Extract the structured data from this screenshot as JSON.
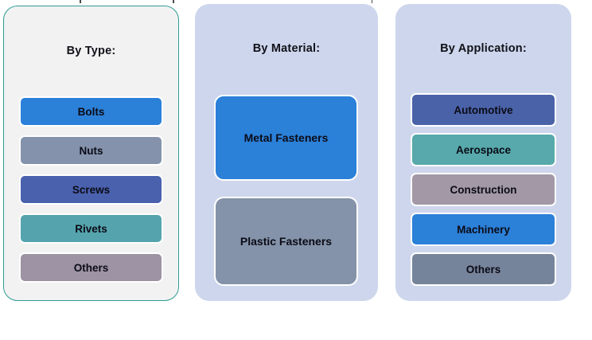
{
  "page": {
    "background": "#ffffff",
    "text_color": "#0b0b16"
  },
  "panels": [
    {
      "title": "By Type:",
      "background": "#f2f2f3",
      "border_color": "#2d9c94",
      "items": [
        {
          "label": "Bolts",
          "color": "#2b80d8"
        },
        {
          "label": "Nuts",
          "color": "#8493ab"
        },
        {
          "label": "Screws",
          "color": "#4a61ae"
        },
        {
          "label": "Rivets",
          "color": "#55a4ad"
        },
        {
          "label": "Others",
          "color": "#9d93a4"
        }
      ]
    },
    {
      "title": "By Material:",
      "background": "#cdd6ec",
      "items": [
        {
          "label": "Metal Fasteners",
          "color": "#2b80d8"
        },
        {
          "label": "Plastic Fasteners",
          "color": "#8493a9"
        }
      ]
    },
    {
      "title": "By Application:",
      "background": "#cdd6ec",
      "items": [
        {
          "label": "Automotive",
          "color": "#4a62a8"
        },
        {
          "label": "Aerospace",
          "color": "#57a9ab"
        },
        {
          "label": "Construction",
          "color": "#a298a6"
        },
        {
          "label": "Machinery",
          "color": "#2b80d8"
        },
        {
          "label": "Others",
          "color": "#76849b"
        }
      ]
    }
  ]
}
